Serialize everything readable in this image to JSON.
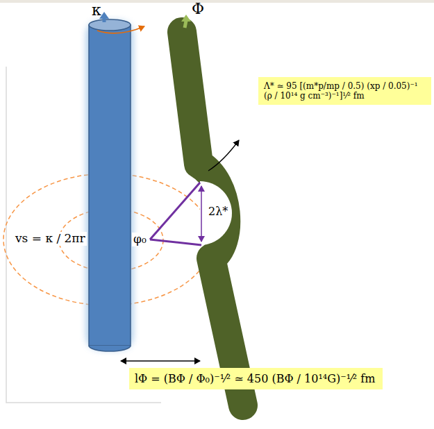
{
  "diagram": {
    "nodes": [
      {
        "text": [
          "Λ* ≃ 95 [(m*p/mp / 0.5) (xp / 0.05)⁻¹ (ρ / 10¹⁴ g cm⁻³)⁻¹]¹⁄² fm"
        ]
      },
      {
        "text": [
          "lΦ = (BΦ / Φ₀)⁻¹⁄² ≃ 450 (BΦ / 10¹⁴G)⁻¹⁄² fm"
        ]
      }
    ],
    "labels": [
      "κ",
      "Φ",
      "vs = κ / 2πr",
      "φ₀",
      "2λ*"
    ]
  }
}
